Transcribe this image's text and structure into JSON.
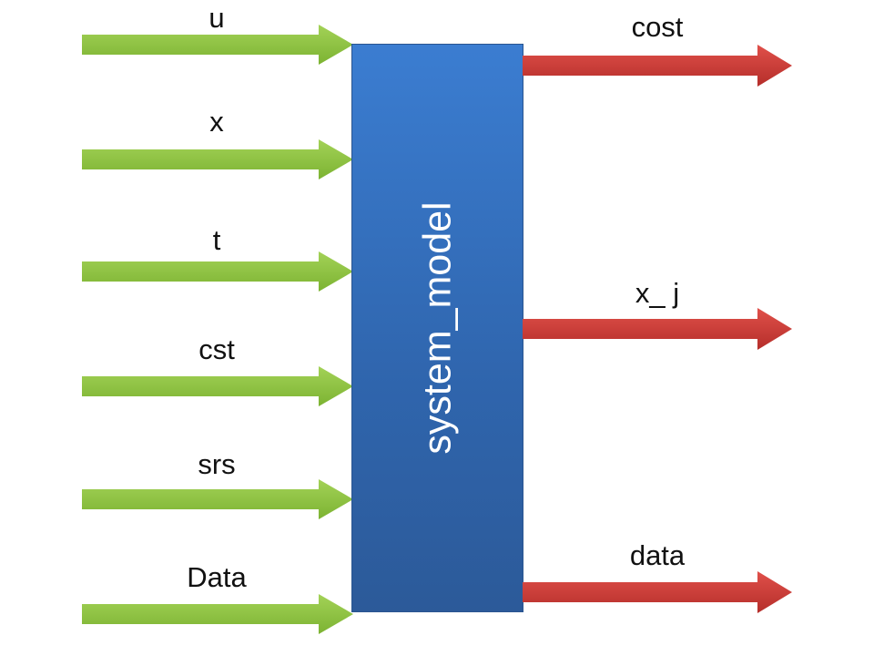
{
  "block": {
    "label": "system_model"
  },
  "inputs": [
    {
      "label": "u"
    },
    {
      "label": "x"
    },
    {
      "label": "t"
    },
    {
      "label": "cst"
    },
    {
      "label": "srs"
    },
    {
      "label": "Data"
    }
  ],
  "outputs": [
    {
      "label": "cost"
    },
    {
      "label": "x_ j"
    },
    {
      "label": "data"
    }
  ],
  "colors": {
    "input_arrow": "#8dc63f",
    "output_arrow": "#d23b35",
    "block": "#3370c0"
  }
}
